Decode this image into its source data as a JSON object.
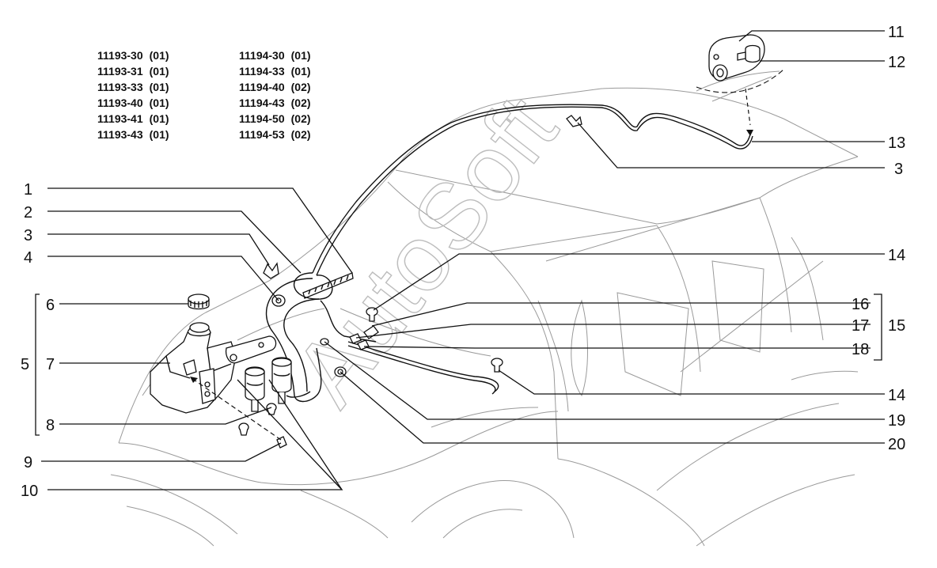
{
  "model_codes": {
    "left": [
      {
        "code": "11193-30",
        "variant": "(01)"
      },
      {
        "code": "11193-31",
        "variant": "(01)"
      },
      {
        "code": "11193-33",
        "variant": "(01)"
      },
      {
        "code": "11193-40",
        "variant": "(01)"
      },
      {
        "code": "11193-41",
        "variant": "(01)"
      },
      {
        "code": "11193-43",
        "variant": "(01)"
      }
    ],
    "right": [
      {
        "code": "11194-30",
        "variant": "(01)"
      },
      {
        "code": "11194-33",
        "variant": "(01)"
      },
      {
        "code": "11194-40",
        "variant": "(02)"
      },
      {
        "code": "11194-43",
        "variant": "(02)"
      },
      {
        "code": "11194-50",
        "variant": "(02)"
      },
      {
        "code": "11194-53",
        "variant": "(02)"
      }
    ]
  },
  "callouts": {
    "c1": "1",
    "c2": "2",
    "c3a": "3",
    "c4": "4",
    "c5": "5",
    "c6": "6",
    "c7": "7",
    "c8": "8",
    "c9": "9",
    "c10": "10",
    "c11": "11",
    "c12": "12",
    "c13": "13",
    "c3b": "3",
    "c14a": "14",
    "c16": "16",
    "c17": "17",
    "c15": "15",
    "c18": "18",
    "c14b": "14",
    "c19": "19",
    "c20": "20"
  },
  "watermark": "AutoSoft"
}
